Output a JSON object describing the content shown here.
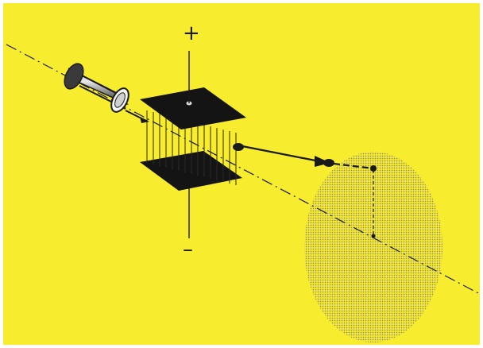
{
  "labels": {
    "positive_sign": "+",
    "negative_sign": "–"
  },
  "colors": {
    "background": "#f8ec2e",
    "frame": "#ffffff",
    "ink": "#1a1a1a",
    "screen_dots": "#8f8c7a"
  },
  "icons": {
    "electron_gun": "cylinder",
    "deflection_plates": "parallel-plate-capacitor",
    "electric_field": "field-lines",
    "screen": "dotted-ellipse",
    "beam_axis": "dash-dot-line",
    "electron": "dark-dot"
  }
}
